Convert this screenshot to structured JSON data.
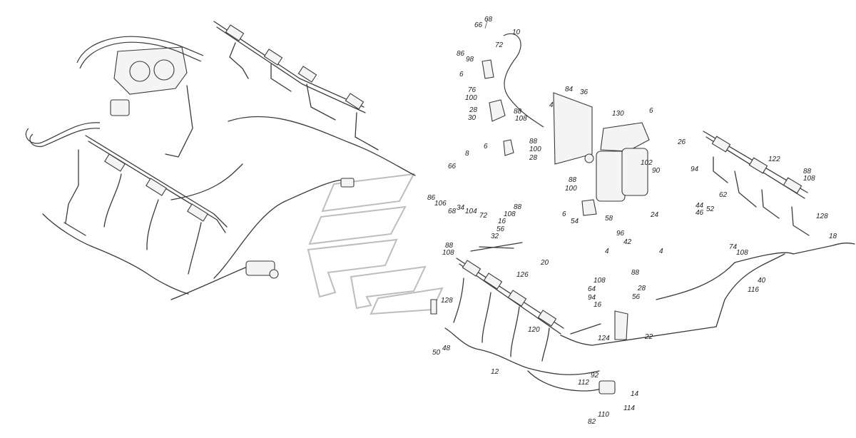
{
  "callouts": [
    "68",
    "66",
    "10",
    "86",
    "98",
    "72",
    "6",
    "76",
    "100",
    "28",
    "88",
    "108",
    "30",
    "4",
    "84",
    "36",
    "130",
    "6",
    "26",
    "88",
    "100",
    "6",
    "28",
    "8",
    "66",
    "86",
    "106",
    "34",
    "68",
    "104",
    "72",
    "88",
    "100",
    "6",
    "54",
    "58",
    "102",
    "90",
    "94",
    "44",
    "46",
    "52",
    "62",
    "122",
    "88",
    "108",
    "128",
    "24",
    "96",
    "42",
    "4",
    "4",
    "18",
    "74",
    "108",
    "40",
    "116",
    "108",
    "88",
    "16",
    "56",
    "32",
    "88",
    "108",
    "126",
    "20",
    "108",
    "88",
    "64",
    "28",
    "94",
    "56",
    "16",
    "128",
    "120",
    "124",
    "22",
    "50",
    "48",
    "12",
    "112",
    "92",
    "14",
    "82",
    "110",
    "114"
  ]
}
